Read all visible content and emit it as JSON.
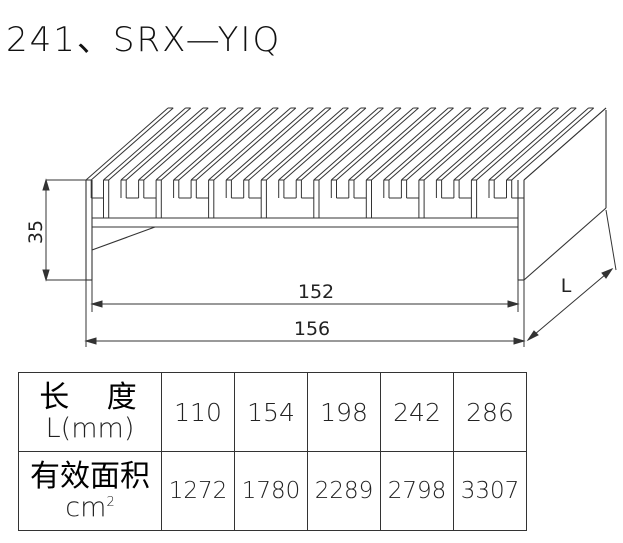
{
  "title": "241、SRX—YIQ",
  "dimensions": {
    "height": "35",
    "inner_width": "152",
    "outer_width": "156",
    "length": "L"
  },
  "table": {
    "row1_header_cn": "长 度",
    "row1_header_en": "L(mm)",
    "row1_values": [
      "110",
      "154",
      "198",
      "242",
      "286"
    ],
    "row2_header_cn": "有效面积",
    "row2_header_en": "cm",
    "row2_unit_exp": "2",
    "row2_values": [
      "1272",
      "1780",
      "2289",
      "2798",
      "3307"
    ]
  }
}
